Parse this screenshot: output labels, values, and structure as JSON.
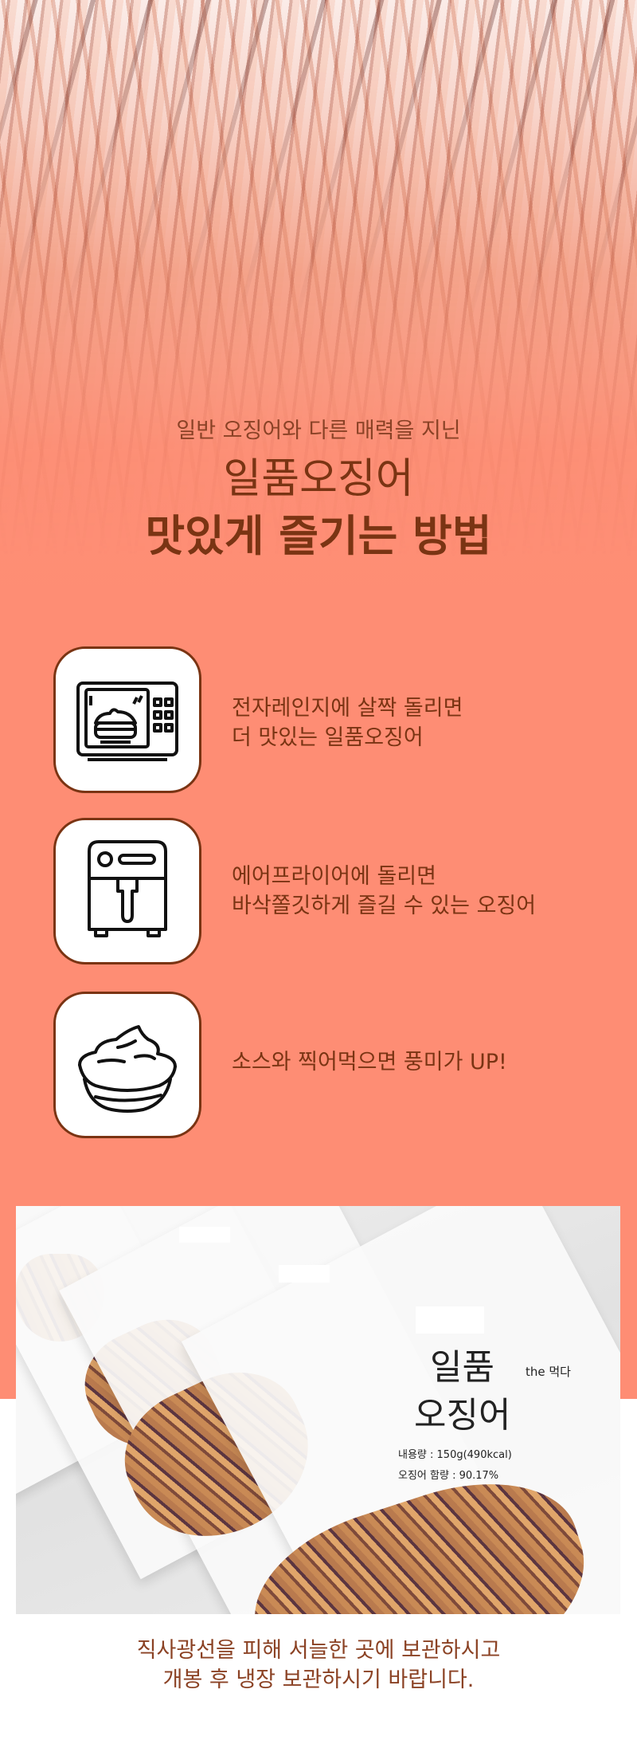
{
  "header": {
    "subtitle": "일반 오징어와 다른 매력을 지닌",
    "title": "일품오징어",
    "headline": "맛있게 즐기는 방법"
  },
  "tips": [
    {
      "icon": "microwave-icon",
      "line1": "전자레인지에 살짝 돌리면",
      "line2": "더 맛있는 일품오징어"
    },
    {
      "icon": "air-fryer-icon",
      "line1": "에어프라이어에 돌리면",
      "line2": "바삭쫄깃하게 즐길 수 있는 오징어"
    },
    {
      "icon": "sauce-bowl-icon",
      "line1": "소스와 찍어먹으면 풍미가 UP!"
    }
  ],
  "product_photo": {
    "brand": "the 먹다",
    "name_line1": "일품",
    "name_line2": "오징어",
    "content": "내용량 : 150g(490kcal)",
    "squid_ratio": "오징어 함량 : 90.17%"
  },
  "storage_notice": {
    "line1": "직사광선을 피해 서늘한 곳에 보관하시고",
    "line2": "개봉 후 냉장 보관하시기 바랍니다."
  },
  "colors": {
    "background": "#fe8d74",
    "text": "#7a3413"
  }
}
